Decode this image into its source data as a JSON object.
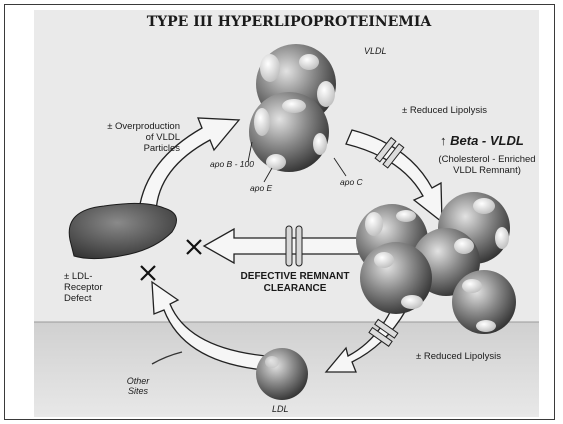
{
  "title": "TYPE III HYPERLIPOPROTEINEMIA",
  "labels": {
    "vldl": "VLDL",
    "overproduction": [
      "± Overproduction",
      "of VLDL",
      "Particles"
    ],
    "reduced_lipolysis_top": "± Reduced Lipolysis",
    "beta_arrow": "↑",
    "beta_vldl": "Beta - VLDL",
    "beta_vldl_desc": [
      "(Cholesterol - Enriched",
      "VLDL Remnant)"
    ],
    "apo_b": "apo B - 100",
    "apo_e": "apo E",
    "apo_c": "apo C",
    "ldl_receptor": [
      "± LDL-",
      "Receptor",
      "Defect"
    ],
    "defective": [
      "DEFECTIVE REMNANT",
      "CLEARANCE"
    ],
    "reduced_lipolysis_bottom": "± Reduced Lipolysis",
    "other_sites": [
      "Other",
      "Sites"
    ],
    "ldl": "LDL"
  },
  "colors": {
    "panel_top": "#ececec",
    "panel_bottom": "#d6d6d6",
    "sphere_light": "#d8d8d8",
    "sphere_dark": "#2e2e2e",
    "liver": "#4a4a4a",
    "arrow_fill": "#f4f4f4",
    "stroke": "#222222"
  },
  "icons": {
    "block_marker": "x-icon",
    "flow": "curved-arrow-icon",
    "barrier": "double-bar-icon"
  }
}
